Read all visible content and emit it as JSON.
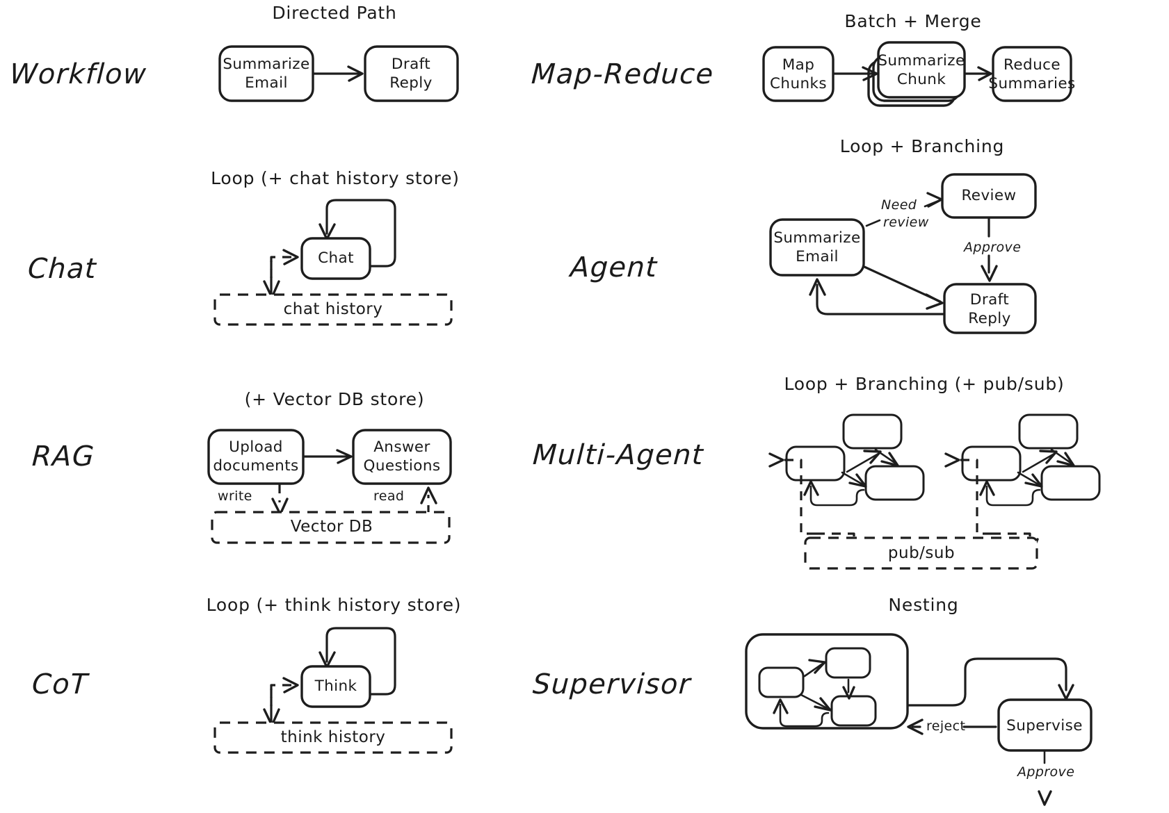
{
  "page": {
    "background": "#ffffff",
    "ink": "#1d1d1d",
    "description": "Hand-drawn comparison chart of LLM application architecture patterns, two columns by four rows."
  },
  "rows": [
    {
      "key": "workflow",
      "left": {
        "name": "Workflow",
        "section_title": "Directed Path",
        "nodes": [
          {
            "id": "summarize-email",
            "label": "Summarize\nEmail"
          },
          {
            "id": "draft-reply",
            "label": "Draft\nReply"
          }
        ],
        "edges": [
          {
            "from": "summarize-email",
            "to": "draft-reply",
            "label": ""
          }
        ],
        "stores": []
      },
      "right": {
        "name": "Map-Reduce",
        "section_title": "Batch + Merge",
        "nodes": [
          {
            "id": "map-chunks",
            "label": "Map\nChunks"
          },
          {
            "id": "summarize-chunk",
            "label": "Summarize\nChunk",
            "stacked": true
          },
          {
            "id": "reduce-summaries",
            "label": "Reduce\nSummaries"
          }
        ],
        "edges": [
          {
            "from": "map-chunks",
            "to": "summarize-chunk",
            "label": ""
          },
          {
            "from": "summarize-chunk",
            "to": "reduce-summaries",
            "label": ""
          }
        ],
        "stores": []
      }
    },
    {
      "key": "chat",
      "left": {
        "name": "Chat",
        "section_title": "Loop (+ chat history store)",
        "nodes": [
          {
            "id": "chat",
            "label": "Chat"
          }
        ],
        "edges": [
          {
            "from": "chat",
            "to": "chat",
            "label": ""
          }
        ],
        "stores": [
          {
            "id": "chat-history",
            "label": "chat history"
          }
        ]
      },
      "right": {
        "name": "Agent",
        "section_title": "Loop + Branching",
        "nodes": [
          {
            "id": "summarize-email",
            "label": "Summarize\nEmail"
          },
          {
            "id": "review",
            "label": "Review"
          },
          {
            "id": "draft-reply",
            "label": "Draft\nReply"
          }
        ],
        "edges": [
          {
            "from": "summarize-email",
            "to": "review",
            "label": "Need\nreview"
          },
          {
            "from": "review",
            "to": "draft-reply",
            "label": "Approve"
          },
          {
            "from": "summarize-email",
            "to": "draft-reply",
            "label": ""
          },
          {
            "from": "draft-reply",
            "to": "summarize-email",
            "label": ""
          }
        ],
        "stores": []
      }
    },
    {
      "key": "rag",
      "left": {
        "name": "RAG",
        "section_title": "(+ Vector DB store)",
        "nodes": [
          {
            "id": "upload-documents",
            "label": "Upload\ndocuments"
          },
          {
            "id": "answer-questions",
            "label": "Answer\nQuestions"
          }
        ],
        "edges": [
          {
            "from": "upload-documents",
            "to": "answer-questions",
            "label": ""
          },
          {
            "from": "upload-documents",
            "to": "vector-db",
            "label": "write"
          },
          {
            "from": "vector-db",
            "to": "answer-questions",
            "label": "read"
          }
        ],
        "stores": [
          {
            "id": "vector-db",
            "label": "Vector DB"
          }
        ]
      },
      "right": {
        "name": "Multi-Agent",
        "section_title": "Loop + Branching (+ pub/sub)",
        "nodes": [
          {
            "id": "agent-a-1",
            "label": ""
          },
          {
            "id": "agent-a-2",
            "label": ""
          },
          {
            "id": "agent-a-3",
            "label": ""
          },
          {
            "id": "agent-b-1",
            "label": ""
          },
          {
            "id": "agent-b-2",
            "label": ""
          },
          {
            "id": "agent-b-3",
            "label": ""
          }
        ],
        "edges": [],
        "stores": [
          {
            "id": "pub-sub",
            "label": "pub/sub"
          }
        ]
      }
    },
    {
      "key": "cot",
      "left": {
        "name": "CoT",
        "section_title": "Loop (+ think history store)",
        "nodes": [
          {
            "id": "think",
            "label": "Think"
          }
        ],
        "edges": [
          {
            "from": "think",
            "to": "think",
            "label": ""
          }
        ],
        "stores": [
          {
            "id": "think-history",
            "label": "think history"
          }
        ]
      },
      "right": {
        "name": "Supervisor",
        "section_title": "Nesting",
        "nodes": [
          {
            "id": "nested-1",
            "label": ""
          },
          {
            "id": "nested-2",
            "label": ""
          },
          {
            "id": "nested-3",
            "label": ""
          },
          {
            "id": "supervise",
            "label": "Supervise"
          }
        ],
        "edges": [
          {
            "from": "subgraph",
            "to": "supervise",
            "label": ""
          },
          {
            "from": "supervise",
            "to": "subgraph",
            "label": "reject"
          },
          {
            "from": "supervise",
            "to": "out",
            "label": "Approve"
          }
        ],
        "stores": []
      }
    }
  ],
  "labels": {
    "workflow": "Workflow",
    "map_reduce": "Map-Reduce",
    "chat": "Chat",
    "agent": "Agent",
    "rag": "RAG",
    "multi_agent": "Multi-Agent",
    "cot": "CoT",
    "supervisor": "Supervisor",
    "t_directed_path": "Directed Path",
    "t_batch_merge": "Batch + Merge",
    "t_loop_chat": "Loop (+ chat history store)",
    "t_loop_branching": "Loop + Branching",
    "t_vector_db_store": "(+ Vector DB store)",
    "t_loop_branching_pubsub": "Loop + Branching (+ pub/sub)",
    "t_loop_think": "Loop (+ think history store)",
    "t_nesting": "Nesting",
    "n_summarize_email": "Summarize\nEmail",
    "n_draft_reply": "Draft\nReply",
    "n_map_chunks": "Map\nChunks",
    "n_summarize_chunk": "Summarize\nChunk",
    "n_reduce_summaries": "Reduce\nSummaries",
    "n_chat": "Chat",
    "n_review": "Review",
    "n_upload_documents": "Upload\ndocuments",
    "n_answer_questions": "Answer\nQuestions",
    "n_think": "Think",
    "n_supervise": "Supervise",
    "s_chat_history": "chat history",
    "s_vector_db": "Vector DB",
    "s_pub_sub": "pub/sub",
    "s_think_history": "think history",
    "e_need_review_1": "Need",
    "e_need_review_2": "review",
    "e_approve": "Approve",
    "e_write": "write",
    "e_read": "read",
    "e_reject": "reject",
    "e_approve_sup": "Approve"
  }
}
